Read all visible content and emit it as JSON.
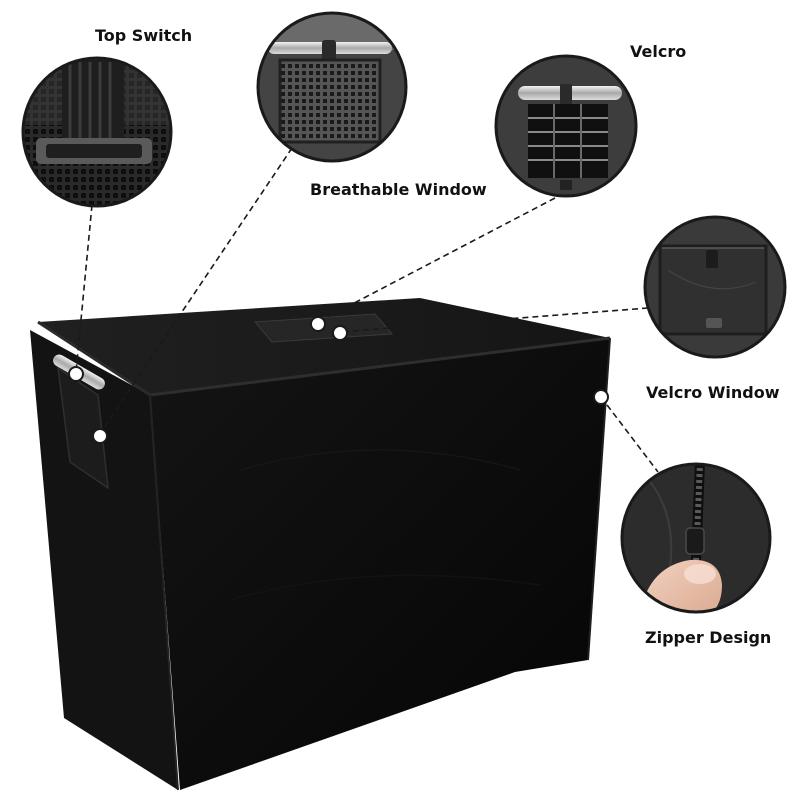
{
  "labels": {
    "top_switch": "Top Switch",
    "breathable_window": "Breathable Window",
    "velcro": "Velcro",
    "velcro_window": "Velcro Window",
    "zipper_design": "Zipper Design"
  },
  "colors": {
    "cover_front": "#0c0c0c",
    "cover_top": "#1c1c1c",
    "cover_side": "#161616",
    "callout_border": "#1a1a1a",
    "callout_fill": "#2b2b2b",
    "dashed_line": "#1a1a1a"
  },
  "icons": [
    "zoom-top-switch-handle",
    "zoom-breathable-mesh-window",
    "zoom-velcro-vent-window",
    "zoom-velcro-window-panel",
    "zoom-zipper-pull"
  ]
}
